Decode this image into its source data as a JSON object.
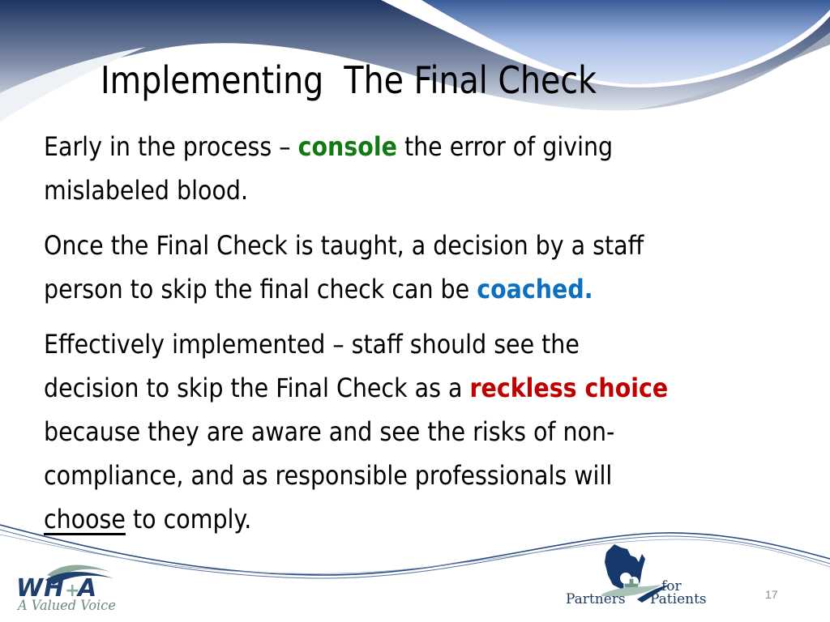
{
  "slide": {
    "title": "Implementing  The Final Check",
    "page_number": "17",
    "paragraphs": [
      {
        "lines": [
          {
            "pre": "Early in the process – ",
            "emph": "console",
            "post": " the error of giving"
          },
          {
            "text": "mislabeled blood."
          }
        ]
      },
      {
        "lines": [
          {
            "text": "Once the Final Check is taught, a decision by a staff"
          },
          {
            "pre": "person to skip the final check can be ",
            "emph": "coached."
          }
        ]
      },
      {
        "lines": [
          {
            "text": "Effectively implemented – staff should see the"
          },
          {
            "pre": "decision to skip the Final Check as a ",
            "emph": "reckless choice"
          },
          {
            "text": "because they are aware and see the risks of non-"
          },
          {
            "text": "compliance, and as responsible professionals will"
          },
          {
            "underlined": "choose",
            "post": " to comply."
          }
        ]
      }
    ],
    "colors": {
      "console": "#137a13",
      "coached": "#0c6fc0",
      "reckless": "#c00000",
      "header_dark": "#1f3560",
      "header_light": "#d6e2f5"
    }
  },
  "logos": {
    "wha": {
      "mark": "WHA",
      "tagline": "A Valued Voice"
    },
    "partners_for_patients": {
      "word1": "Partners",
      "word2": "for",
      "word3": "Patients"
    }
  }
}
